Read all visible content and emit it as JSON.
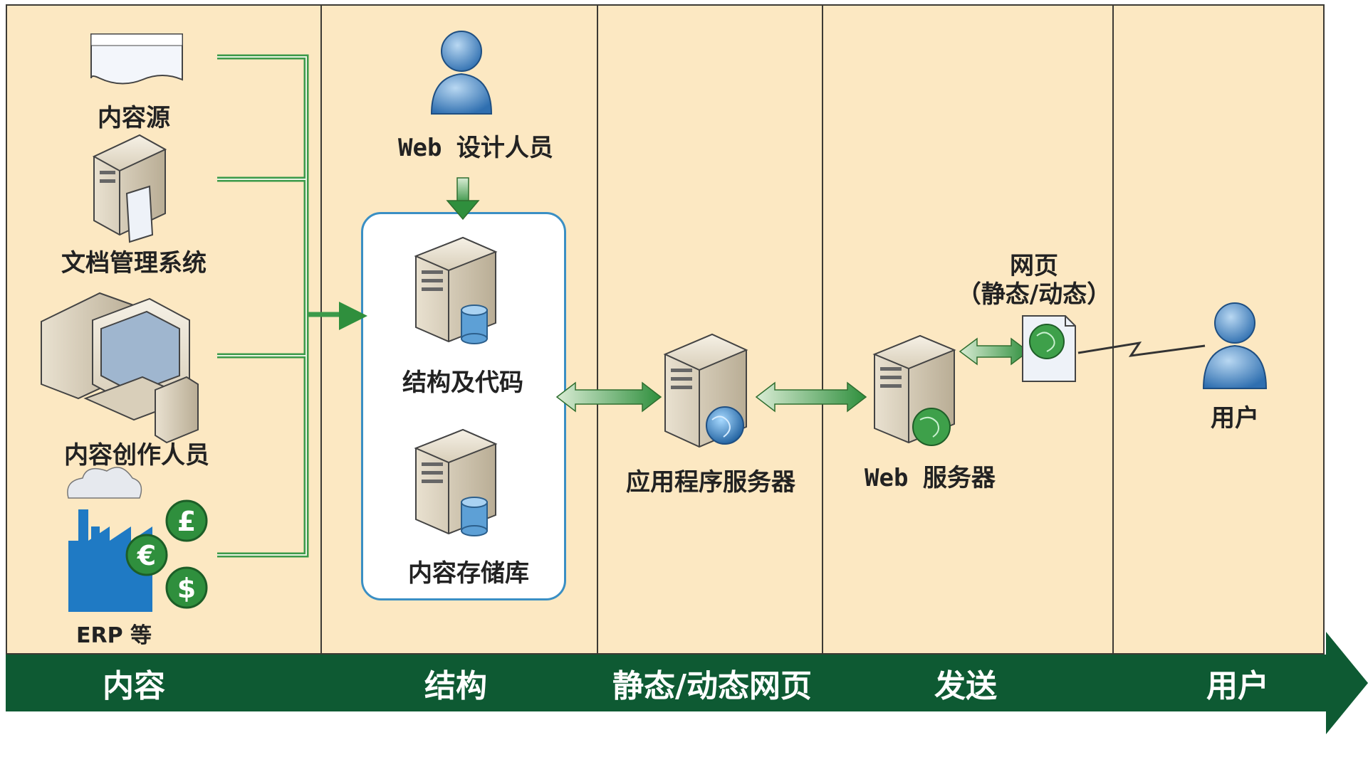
{
  "colors": {
    "lane_bg": "#fce8c2",
    "band": "#0e5a33",
    "arrow_green": "#3c9a4a",
    "box_border": "#3a8fc4",
    "lane_border": "#3c3a34"
  },
  "stages": [
    "内容",
    "结构",
    "静态/动态网页",
    "发送",
    "用户"
  ],
  "content_sources": [
    {
      "label": "内容源",
      "icon": "document-icon"
    },
    {
      "label": "文档管理系统",
      "icon": "server-document-icon"
    },
    {
      "label": "内容创作人员",
      "icon": "workstation-icon"
    },
    {
      "label": "ERP 等",
      "icon": "factory-currency-icon"
    }
  ],
  "designer": {
    "label": "Web 设计人员",
    "icon": "person-icon"
  },
  "structure_box": {
    "items": [
      {
        "label": "结构及代码",
        "icon": "server-database-icon"
      },
      {
        "label": "内容存储库",
        "icon": "server-database-icon"
      }
    ]
  },
  "app_server": {
    "label": "应用程序服务器",
    "icon": "server-globe-icon"
  },
  "web_server": {
    "label": "Web 服务器",
    "icon": "server-globe-icon"
  },
  "web_page": {
    "label_line1": "网页",
    "label_line2": "（静态/动态）",
    "icon": "web-page-globe-icon"
  },
  "user": {
    "label": "用户",
    "icon": "person-icon"
  }
}
